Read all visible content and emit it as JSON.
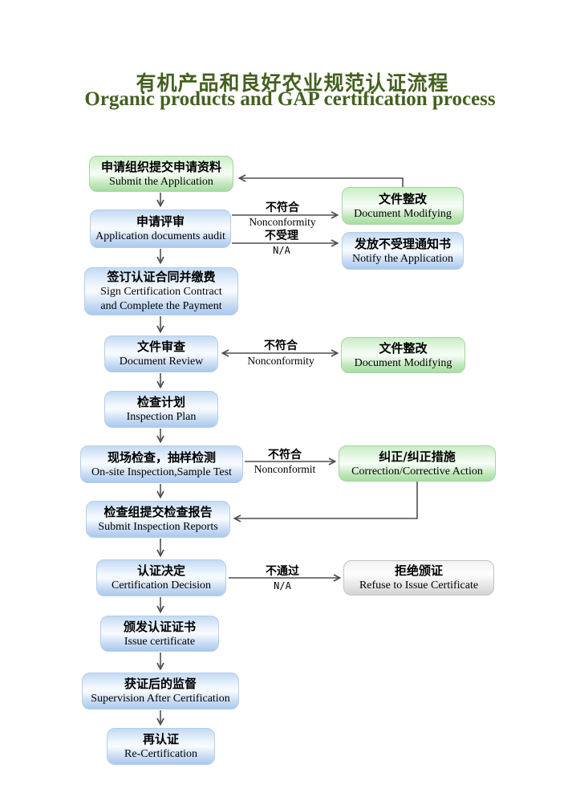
{
  "title": {
    "zh": "有机产品和良好农业规范认证流程",
    "en": "Organic products and GAP certification process"
  },
  "nodes": {
    "submit_application": {
      "zh": "申请组织提交申请资料",
      "en": "Submit the Application"
    },
    "application_audit": {
      "zh": "申请评审",
      "en": "Application documents audit"
    },
    "sign_contract": {
      "zh": "签订认证合同并缴费",
      "en": "Sign Certification Contract",
      "en2": "and Complete the Payment"
    },
    "document_review": {
      "zh": "文件审查",
      "en": "Document Review"
    },
    "inspection_plan": {
      "zh": "检查计划",
      "en": "Inspection Plan"
    },
    "onsite_inspection": {
      "zh": "现场检查，抽样检测",
      "en": "On-site Inspection,Sample Test"
    },
    "submit_reports": {
      "zh": "检查组提交检查报告",
      "en": "Submit Inspection Reports"
    },
    "certification_decision": {
      "zh": "认证决定",
      "en": "Certification Decision"
    },
    "issue_certificate": {
      "zh": "颁发认证证书",
      "en": "Issue certificate"
    },
    "supervision": {
      "zh": "获证后的监督",
      "en": "Supervision After Certification"
    },
    "re_certification": {
      "zh": "再认证",
      "en": "Re-Certification"
    },
    "document_modifying_top": {
      "zh": "文件整改",
      "en": "Document Modifying"
    },
    "notify_application": {
      "zh": "发放不受理通知书",
      "en": "Notify the Application"
    },
    "document_modifying_mid": {
      "zh": "文件整改",
      "en": "Document Modifying"
    },
    "corrective_action": {
      "zh": "纠正/纠正措施",
      "en": "Correction/Corrective Action"
    },
    "refuse_certificate": {
      "zh": "拒绝颁证",
      "en": "Refuse to Issue Certificate"
    }
  },
  "edge_labels": {
    "audit_nonconformity": {
      "zh": "不符合",
      "en": "Nonconformity"
    },
    "audit_na": {
      "zh": "不受理",
      "en": "N/A"
    },
    "review_nonconformity": {
      "zh": "不符合",
      "en": "Nonconformity"
    },
    "onsite_nonconformity": {
      "zh": "不符合",
      "en": "Nonconformit"
    },
    "decision_fail": {
      "zh": "不通过",
      "en": "N/A"
    }
  },
  "colors": {
    "title_green": "#44601f",
    "node_blue_bottom": "#a9c9ee",
    "node_green_bottom": "#a6dda2",
    "node_gray_bottom": "#d3d3d3",
    "arrow_gray": "#4f4f4f"
  }
}
